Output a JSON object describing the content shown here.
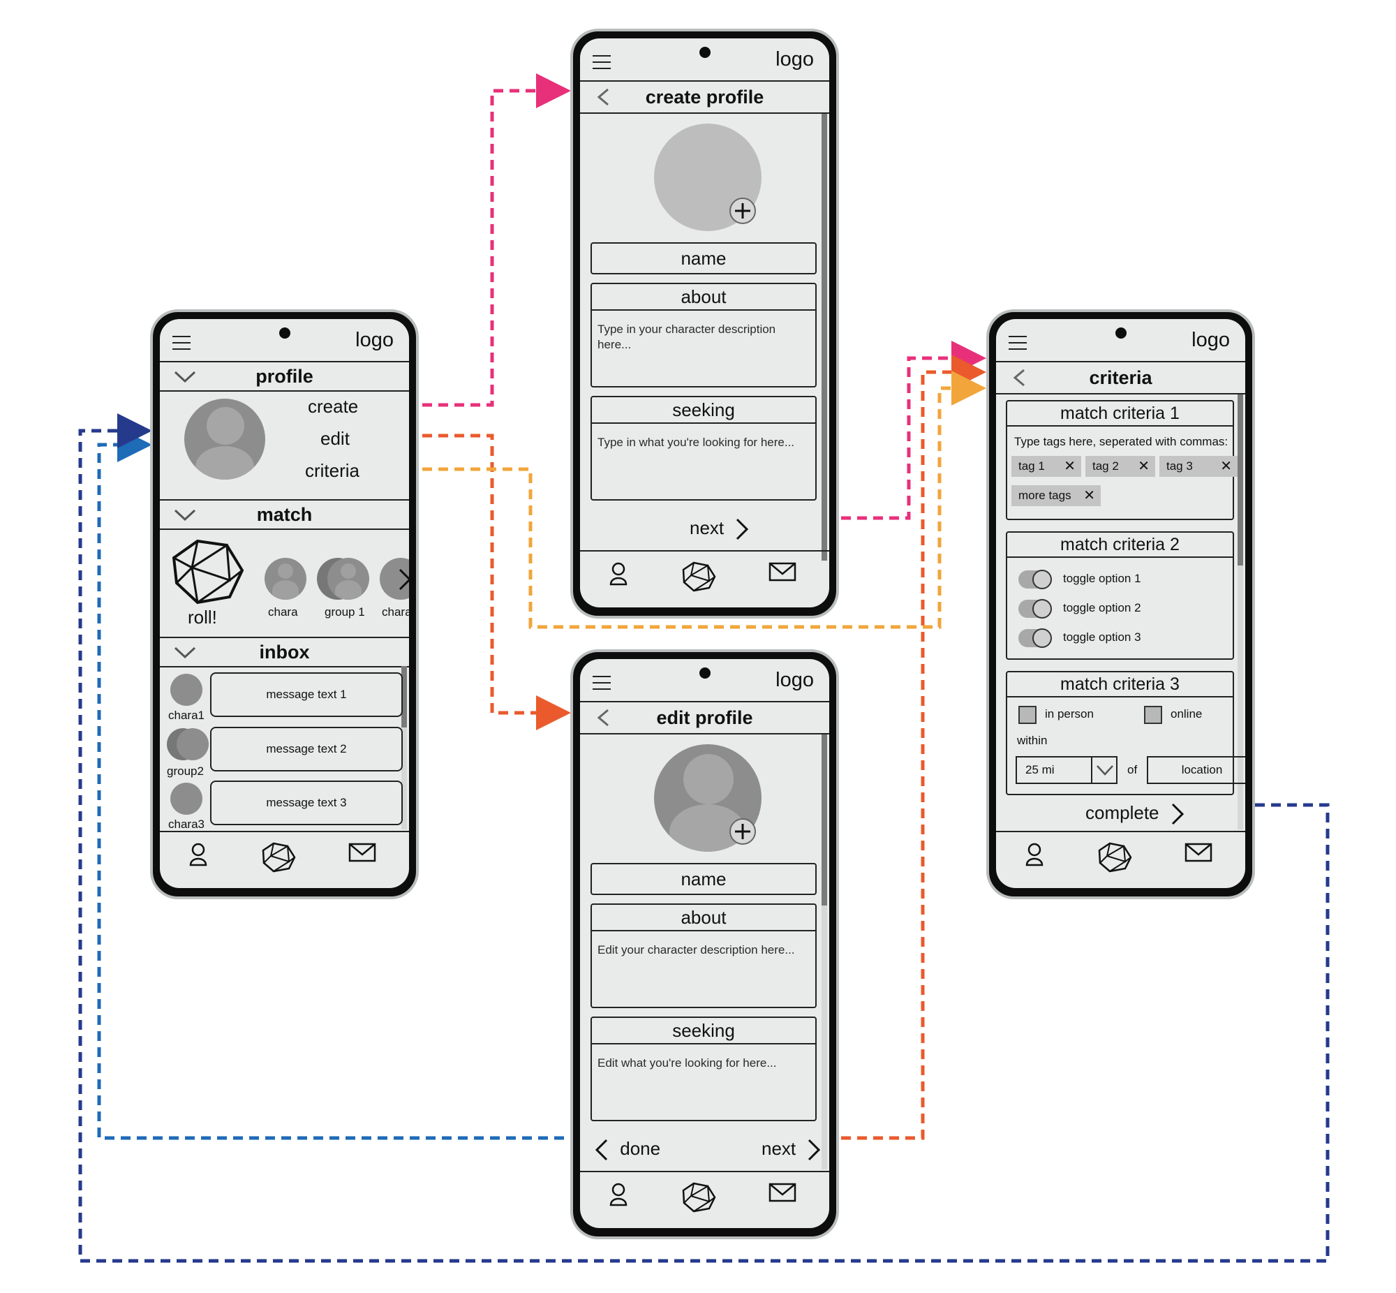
{
  "common": {
    "logo": "logo"
  },
  "home": {
    "section_profile": "profile",
    "profile_links": [
      "create",
      "edit",
      "criteria"
    ],
    "section_match": "match",
    "roll_label": "roll!",
    "match_items": [
      "chara",
      "group 1",
      "chara"
    ],
    "section_inbox": "inbox",
    "inbox": [
      {
        "sender": "chara1",
        "message": "message text 1"
      },
      {
        "sender": "group2",
        "message": "message text 2"
      },
      {
        "sender": "chara3",
        "message": "message text 3"
      }
    ]
  },
  "create_profile": {
    "title": "create profile",
    "name_label": "name",
    "about_label": "about",
    "about_placeholder": "Type in your character description here...",
    "seeking_label": "seeking",
    "seeking_placeholder": "Type in what you're looking for here...",
    "next_label": "next"
  },
  "edit_profile": {
    "title": "edit profile",
    "name_label": "name",
    "about_label": "about",
    "about_placeholder": "Edit your character description here...",
    "seeking_label": "seeking",
    "seeking_placeholder": "Edit what you're looking for here...",
    "done_label": "done",
    "next_label": "next"
  },
  "criteria": {
    "title": "criteria",
    "c1_title": "match criteria 1",
    "c1_hint": "Type tags here, seperated with commas:",
    "tags": [
      "tag 1",
      "tag 2",
      "tag 3",
      "more tags"
    ],
    "c2_title": "match criteria 2",
    "toggles": [
      "toggle option 1",
      "toggle option 2",
      "toggle option 3"
    ],
    "c3_title": "match criteria 3",
    "in_person": "in person",
    "online": "online",
    "within": "within",
    "distance": "25 mi",
    "of": "of",
    "location": "location",
    "complete_label": "complete"
  },
  "flow_colors": {
    "create": "#e8307a",
    "edit": "#ea5a2c",
    "criteria": "#f2a53a",
    "done": "#1e6bb8",
    "complete": "#263a8c"
  }
}
